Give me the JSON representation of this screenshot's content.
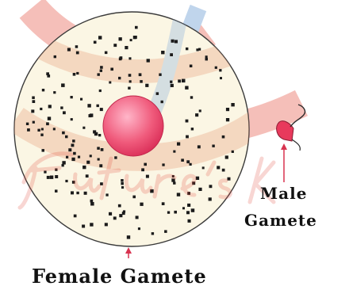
{
  "figure": {
    "watermark_text": "Future's Key",
    "labels": {
      "male_gamete_line1": "Male",
      "male_gamete_line2": "Gamete",
      "female_gamete": "Female Gamete"
    }
  },
  "colors": {
    "background": "#ffffff",
    "cell_fill": "#fbf6e4",
    "cell_stroke": "#3a3a3a",
    "nucleus_light": "#ff9fb9",
    "nucleus_dark": "#e2375f",
    "sperm_head": "#e83a5c",
    "arrow": "#d8334f",
    "watermark_red": "#e44a3a",
    "watermark_blue": "#4d88c9",
    "dots": "#1b1b1b"
  },
  "icons": {
    "female_gamete": "egg-cell-icon",
    "male_gamete": "sperm-cell-icon",
    "yolk_granules": "yolk-granule-dots"
  }
}
